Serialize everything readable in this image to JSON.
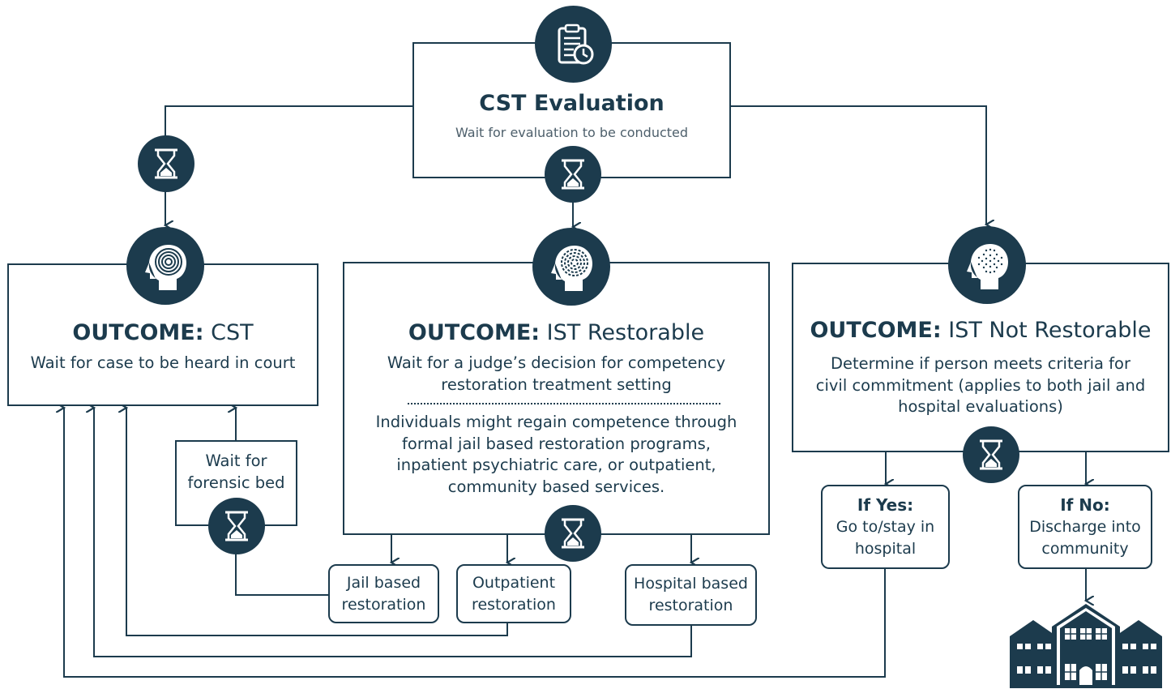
{
  "evaluation": {
    "title": "CST Evaluation",
    "subtitle": "Wait for evaluation to be conducted",
    "icon": "clipboard-clock-icon"
  },
  "outcome_cst": {
    "prefix": "OUTCOME:",
    "label": "CST",
    "description": "Wait for case to be heard in court",
    "icon": "head-concentric-icon"
  },
  "forensic_bed": {
    "line1": "Wait for",
    "line2": "forensic bed"
  },
  "outcome_ist_restorable": {
    "prefix": "OUTCOME:",
    "label": "IST Restorable",
    "desc_line1": "Wait for a judge’s decision for competency",
    "desc_line2": "restoration treatment setting",
    "note_line1": "Individuals might regain competence through",
    "note_line2": "formal jail based restoration programs,",
    "note_line3": "inpatient psychiatric care, or outpatient,",
    "note_line4": "community based services.",
    "icon": "head-dashed-rings-icon"
  },
  "outcome_ist_not_restorable": {
    "prefix": "OUTCOME:",
    "label": "IST Not Restorable",
    "desc_line1": "Determine if person meets criteria for",
    "desc_line2": "civil commitment (applies to both jail and",
    "desc_line3": "hospital evaluations)",
    "icon": "head-dots-icon"
  },
  "restoration": {
    "jail": {
      "line1": "Jail based",
      "line2": "restoration"
    },
    "outpatient": {
      "line1": "Outpatient",
      "line2": "restoration"
    },
    "hospital": {
      "line1": "Hospital based",
      "line2": "restoration"
    }
  },
  "if_yes": {
    "title": "If Yes:",
    "line1": "Go to/stay in",
    "line2": "hospital"
  },
  "if_no": {
    "title": "If No:",
    "line1": "Discharge into",
    "line2": "community"
  },
  "icons": {
    "wait": "hourglass-icon",
    "community": "buildings-icon"
  },
  "colors": {
    "primary": "#1c3b4d"
  }
}
